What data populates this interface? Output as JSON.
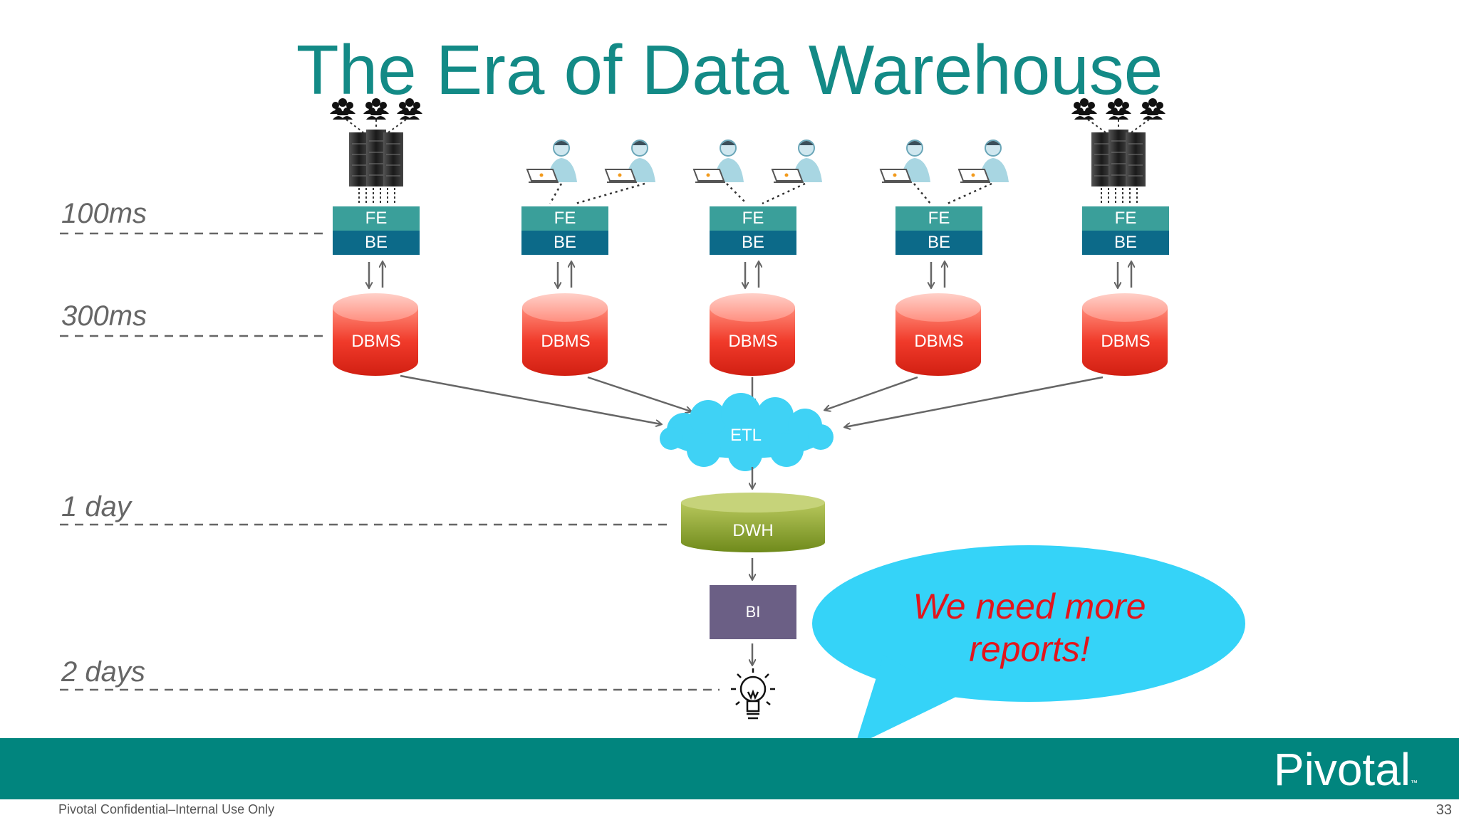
{
  "slide": {
    "title": "The Era of Data Warehouse",
    "timeline": [
      "100ms",
      "300ms",
      "1 day",
      "2 days"
    ],
    "fe_label": "FE",
    "be_label": "BE",
    "dbms_label": "DBMS",
    "etl_label": "ETL",
    "dwh_label": "DWH",
    "bi_label": "BI",
    "speech_bubble": "We need more reports!"
  },
  "footer": {
    "brand": "Pivotal",
    "trademark": "™",
    "confidential": "Pivotal Confidential–Internal Use Only",
    "page_number": "33"
  },
  "colors": {
    "title": "#138a86",
    "fe": "#3a9f9a",
    "be": "#0c6a89",
    "dbms": "#f03a2a",
    "etl": "#3fd2f5",
    "dwh": "#8ea62e",
    "bi": "#6b5f85",
    "speech_bubble": "#35d3f8",
    "speech_text": "#e2151c",
    "footer_band": "#01857e"
  }
}
